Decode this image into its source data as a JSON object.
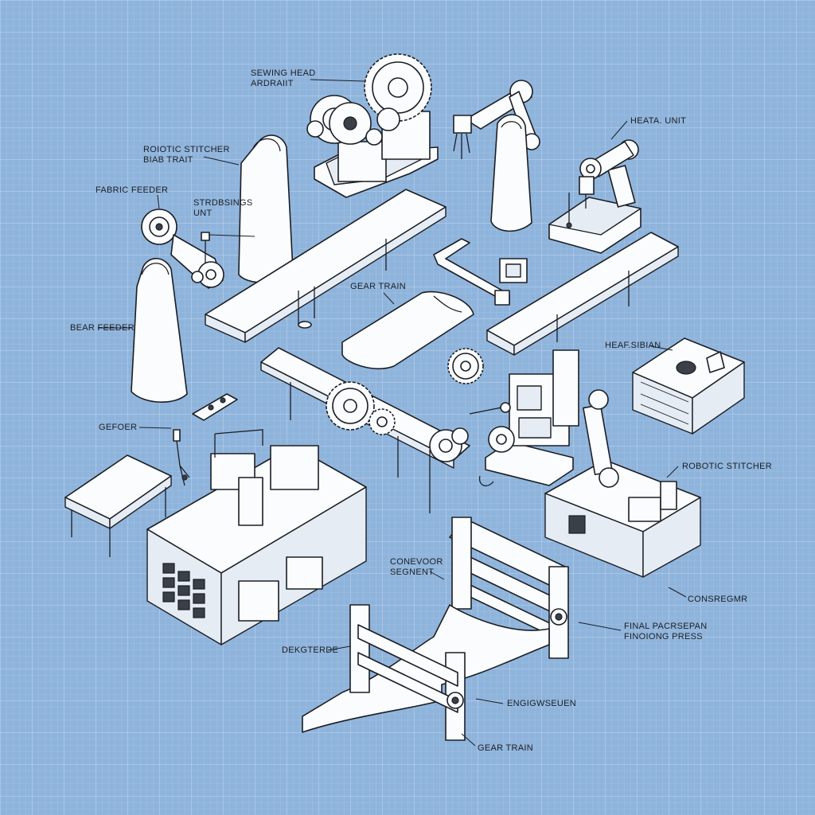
{
  "colors": {
    "background": "#8fb4dc",
    "grid": "#b7cfea",
    "ink": "#1b1e24",
    "part_fill": "#fbfcfe"
  },
  "labels": {
    "sewing_head": [
      "SEWING HEAD",
      "ARDRAIIT"
    ],
    "robotic_stitcher_top": [
      "ROIOTIC STITCHER",
      "BIAB TRAIT"
    ],
    "heata_unit": [
      "HEATA. UNIT"
    ],
    "fabric_feeder": [
      "FABRIC FEEDER"
    ],
    "strdbsings_unt": [
      "STRDBSINGS",
      "UNT"
    ],
    "gear_train_mid": [
      "GEAR TRAIN"
    ],
    "bear_feeder": [
      "BEAR FEEDER"
    ],
    "heaf_sibian": [
      "HEAF.SIBIAN"
    ],
    "gefoer": [
      "GEFOER"
    ],
    "robotic_stitcher_right": [
      "ROBOTIC STITCHER"
    ],
    "conevoor_segnent": [
      "CONEVOOR",
      "SEGNENT"
    ],
    "consregmr": [
      "CONSREGMR"
    ],
    "final_press": [
      "FINAL PACRSEPAN",
      "FINOIONG PRESS"
    ],
    "dekgterde": [
      "DEKGTERDE"
    ],
    "engigwseuen": [
      "ENGIGWSEUEN"
    ],
    "gear_train_bottom": [
      "GEAR TRAIN"
    ]
  }
}
